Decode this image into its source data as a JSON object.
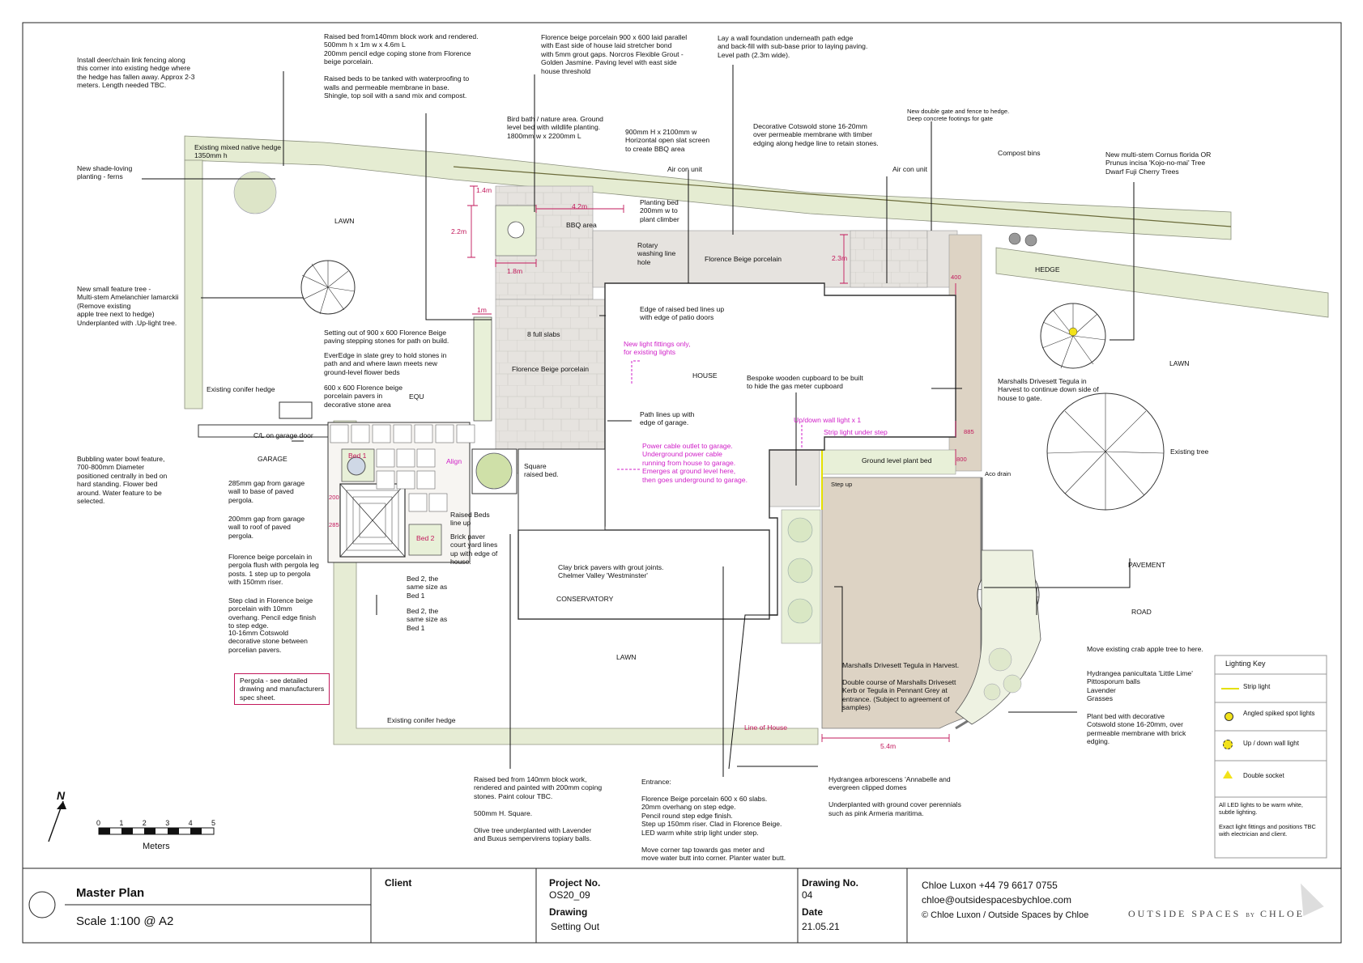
{
  "notes": {
    "deer_fence": [
      "Install deer/chain link fencing along",
      "this corner into existing hedge where",
      "the hedge has fallen away. Approx 2-3",
      "meters. Length needed TBC."
    ],
    "raised_bed": [
      "Raised bed from140mm block work and rendered.",
      "500mm h x 1m w x 4.6m L",
      "200mm pencil edge coping stone from Florence",
      "beige porcelain.",
      "",
      "Raised beds to be tanked with waterproofing to",
      "walls and permeable membrane in base.",
      "Shingle, top soil with a sand mix and compost."
    ],
    "florence_paving": [
      "Florence beige porcelain 900 x 600 laid parallel",
      "with East side of house laid stretcher bond",
      "with 5mm grout gaps. Norcros Flexible Grout -",
      "Golden Jasmine. Paving level with east side",
      "house threshold"
    ],
    "wall_foundation": [
      "Lay a wall foundation underneath path edge",
      "and back-fill with sub-base prior to laying paving.",
      "Level path (2.3m wide)."
    ],
    "new_gate": [
      "New double gate and fence to hedge.",
      "Deep concrete footings for gate"
    ],
    "bird_bath": [
      "Bird bath / nature area. Ground",
      "level bed with wildlife planting.",
      "1800mm w x 2200mm L"
    ],
    "slat_screen": [
      "900mm H x 2100mm w",
      "Horizontal open slat screen",
      "to create BBQ area"
    ],
    "cotswold_stone": [
      "Decorative Cotswold stone 16-20mm",
      "over permeable membrane with timber",
      "edging along hedge line to retain stones."
    ],
    "cornus": [
      "New multi-stem Cornus florida OR",
      "Prunus incisa 'Kojo-no-mai' Tree",
      "Dwarf Fuji Cherry Trees"
    ],
    "shade_planting": [
      "New shade-loving",
      "planting - ferns"
    ],
    "amelanchier": [
      "New small feature tree -",
      "Multi-stem Amelanchier lamarckii",
      "(Remove existing",
      "apple tree next to hedge)",
      "Underplanted with .Up-light tree."
    ],
    "setting_out": [
      "Setting out of 900 x 600 Florence Beige",
      "paving stepping stones for path on build."
    ],
    "everedge": [
      "EverEdge in slate grey to hold stones in",
      "path and and where lawn meets new",
      "ground-level flower beds"
    ],
    "pavers_600": [
      "600 x 600 Florence beige",
      "porcelain pavers in",
      "decorative stone area"
    ],
    "patio_doors": [
      "Edge of raised bed lines up",
      "with edge of patio doors"
    ],
    "new_lights": [
      "New light fittings only,",
      "for existing lights"
    ],
    "cupboard": [
      "Bespoke wooden cupboard to be built",
      "to hide the gas meter cupboard"
    ],
    "drivesett_side": [
      "Marshalls Drivesett Tegula in",
      "Harvest to continue down side of",
      "house to gate."
    ],
    "path_garage": [
      "Path lines up with",
      "edge of garage."
    ],
    "power_cable": [
      "Power cable outlet to garage.",
      "Underground power cable",
      " running from house to garage.",
      "Emerges at ground level here,",
      "then goes underground to garage."
    ],
    "water_bowl": [
      "Bubbling water bowl feature,",
      "700-800mm Diameter",
      "positioned centrally in bed on",
      "hard standing. Flower bed",
      "around. Water feature to be",
      "selected."
    ],
    "gap_285": [
      "285mm gap from garage",
      "wall to base of paved",
      "pergola."
    ],
    "gap_200": [
      "200mm gap from garage",
      "wall to roof of paved",
      "pergola."
    ],
    "pergola_porcelain": [
      "Florence beige porcelain in",
      "pergola flush with pergola leg",
      "posts. 1 step up to pergola",
      "with 150mm riser."
    ],
    "step_clad": [
      "Step clad in Florence beige",
      "porcelain with 10mm",
      "overhang. Pencil edge finish",
      "to step edge."
    ],
    "cotswold_pavers": [
      "10-16mm Cotswold",
      "decorative stone between",
      "porcelian pavers."
    ],
    "pergola_box": [
      "Pergola - see detailed",
      "drawing and manufacturers",
      "spec sheet."
    ],
    "raised_beds_line": [
      "Raised Beds",
      "line up"
    ],
    "brick_court": [
      "Brick paver",
      "court yard lines",
      "up with edge of",
      "house."
    ],
    "bed2_a": [
      "Bed 2, the",
      "same size as",
      "Bed 1"
    ],
    "bed2_b": [
      "Bed 2, the",
      "same size as",
      "Bed 1"
    ],
    "clay_pavers": [
      "Clay brick pavers with grout joints.",
      "Chelmer Valley 'Westminster'"
    ],
    "square_raised": [
      "Square",
      "raised bed."
    ],
    "rotary": [
      "Rotary",
      "washing line",
      "hole"
    ],
    "planting_bed": [
      "Planting bed",
      "200mm w to",
      "plant climber"
    ],
    "drivesett_main": [
      "Marshalls Drivesett Tegula in Harvest.",
      "",
      "Double course of Marshalls Drivesett",
      "Kerb or Tegula in Pennant Grey at",
      "entrance. (Subject to agreement of",
      "samples)"
    ],
    "crab_apple": [
      "Move existing crab apple tree to here."
    ],
    "hydrangea_planting": [
      "Hydrangea panicultata 'Little Lime'",
      "Pittosporum balls",
      "Lavender",
      "Grasses"
    ],
    "plant_bed_stone": [
      "Plant bed with decorative",
      "Cotswold stone 16-20mm, over",
      "permeable membrane with brick",
      "edging."
    ],
    "raised_bed_bottom": [
      "Raised bed from 140mm block work,",
      "rendered and painted with 200mm coping",
      "stones. Paint colour TBC.",
      "",
      "500mm H. Square.",
      "",
      "Olive tree underplanted with Lavender",
      "and Buxus sempervirens topiary balls."
    ],
    "entrance": [
      "Entrance:",
      "",
      "Florence Beige porcelain 600 x 60 slabs.",
      "20mm overhang on step edge.",
      "Pencil round step edge finish.",
      "Step up 150mm riser. Clad in Florence Beige.",
      "LED warm white strip light under step.",
      "",
      "Move corner tap towards gas meter and",
      "move water butt into corner. Planter water butt."
    ],
    "hydrangea_arb": [
      "Hydrangea arborescens 'Annabelle and",
      "evergreen clipped domes",
      "",
      "Underplanted with ground cover perennials",
      "such as pink Armeria maritima."
    ]
  },
  "labels": {
    "hedge_top": [
      "Existing mixed native hedge",
      "1350mm h"
    ],
    "lawn_nw": "LAWN",
    "existing_conifer_left": "Existing conifer hedge",
    "garage": "GARAGE",
    "cl_garage": "C/L on garage door",
    "equ": "EQU",
    "bed1": "Bed 1",
    "bed2": "Bed 2",
    "align": "Align",
    "bbq": "BBQ area",
    "aircon1": "Air con unit",
    "aircon2": "Air con unit",
    "compost": "Compost bins",
    "florence_top": "Florence Beige porcelain",
    "florence_mid": "Florence Beige porcelain",
    "eight_slabs": "8 full slabs",
    "house": "HOUSE",
    "hedge_right": "HEDGE",
    "lawn_east": "LAWN",
    "existing_tree": "Existing tree",
    "updown_light": "Up/down wall light x 1",
    "strip_step": "Strip light under step",
    "ground_bed": "Ground level plant bed",
    "aco_drain": "Aco drain",
    "step_up": "Step up",
    "pavement": "PAVEMENT",
    "road": "ROAD",
    "conservatory": "CONSERVATORY",
    "lawn_south": "LAWN",
    "existing_conifer_bottom": "Existing conifer hedge",
    "line_of_house": "Line of House"
  },
  "dims": {
    "d14": "1.4m",
    "d22": "2.2m",
    "d18": "1.8m",
    "d42": "4.2m",
    "d1m": "1m",
    "d23": "2.3m",
    "d400": "400",
    "d885": "885",
    "d800": "800",
    "d200": "200",
    "d285": "285",
    "d54": "5.4m"
  },
  "legend": {
    "title": "Lighting Key",
    "items": [
      {
        "label": "Strip light",
        "icon": "strip-light-icon"
      },
      {
        "label": "Angled spiked spot lights",
        "icon": "spot-light-icon"
      },
      {
        "label": "Up / down wall light",
        "icon": "wall-light-icon"
      },
      {
        "label": "Double socket",
        "icon": "double-socket-icon"
      }
    ],
    "notes": [
      "All LED lights to be warm white,",
      "subtle lighting.",
      "",
      "Exact light fittings and positions TBC",
      "with electrician and client."
    ]
  },
  "scale_bar": {
    "ticks": [
      "0",
      "1",
      "2",
      "3",
      "4",
      "5"
    ],
    "unit": "Meters",
    "north": "N"
  },
  "title_block": {
    "plan": "Master Plan",
    "scale": "Scale 1:100 @ A2",
    "client_label": "Client",
    "project_no_label": "Project No.",
    "project_no": "OS20_09",
    "drawing_label": "Drawing",
    "drawing": "Setting Out",
    "drawing_no_label": "Drawing No.",
    "drawing_no": "04",
    "date_label": "Date",
    "date": "21.05.21",
    "contact_name": "Chloe Luxon  +44 79 6617 0755",
    "contact_email": "chloe@outsidespacesbychloe.com",
    "copyright": "© Chloe Luxon / Outside Spaces by Chloe",
    "brand": "OUTSIDE SPACES",
    "brand_by": "BY",
    "brand_name": "CHLOE"
  },
  "colors": {
    "hedge": "#e5ecd2",
    "paving": "#e8e5e1",
    "drivesett": "#ddd3c4",
    "dimension": "#c2185b",
    "lighting_note": "#d01fc8",
    "strip_light": "#e4e000",
    "spot_light": "#f2e21a"
  }
}
